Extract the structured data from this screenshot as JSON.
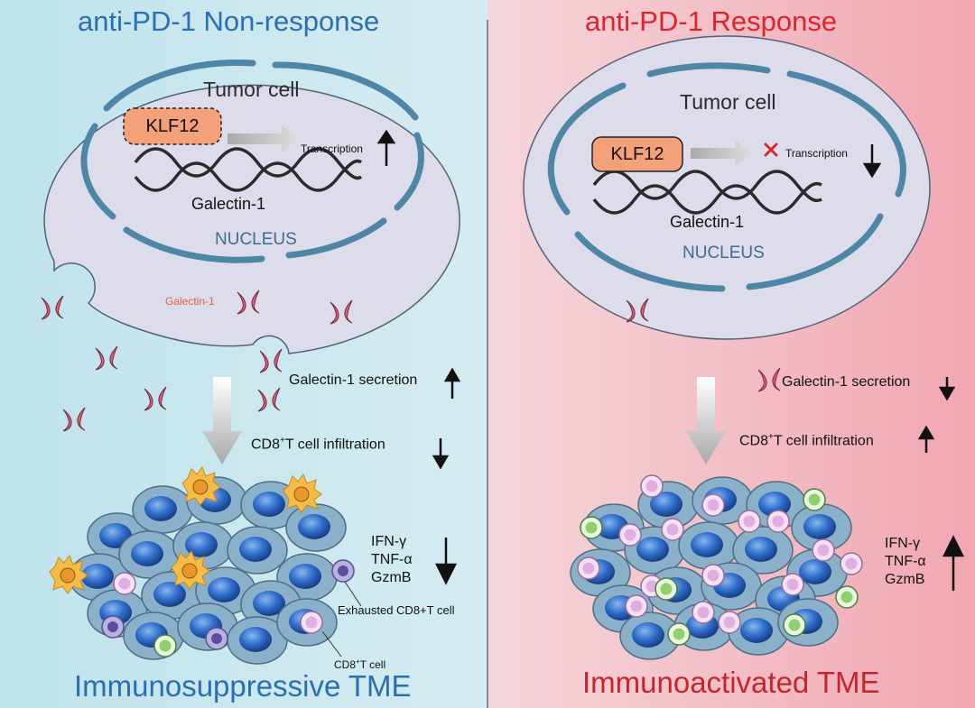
{
  "left_panel": {
    "title": "anti-PD-1 Non-response",
    "tumor_cell_label": "Tumor cell",
    "klf12_label": "KLF12",
    "transcription_label": "Transcription",
    "galectin_gene_label": "Galectin-1",
    "nucleus_label": "NUCLEUS",
    "galectin_secreted_label": "Galectin-1",
    "secretion_label": "Galectin-1 secretion",
    "infiltration_label_pre": "CD8",
    "infiltration_label_sup": "+",
    "infiltration_label_post": "T cell infiltration",
    "cytokines": [
      "IFN-γ",
      "TNF-α",
      "GzmB"
    ],
    "exhausted_label": "Exhausted CD8+T cell",
    "cd8_label_pre": "CD8",
    "cd8_label_sup": "+",
    "cd8_label_post": "T cell",
    "bottom_label": "Immunosuppressive TME"
  },
  "right_panel": {
    "title": "anti-PD-1 Response",
    "tumor_cell_label": "Tumor cell",
    "klf12_label": "KLF12",
    "transcription_label": "Transcription",
    "galectin_gene_label": "Galectin-1",
    "nucleus_label": "NUCLEUS",
    "secretion_label": "Galectin-1 secretion",
    "infiltration_label_pre": "CD8",
    "infiltration_label_sup": "+",
    "infiltration_label_post": "T cell infiltration",
    "cytokines": [
      "IFN-γ",
      "TNF-α",
      "GzmB"
    ],
    "bottom_label": "Immunoactivated TME"
  },
  "colors": {
    "left_bg": "#bfe3ec",
    "right_bg": "#f2a7b2",
    "membrane": "#4d86a6",
    "cell_fill": "#dcdcea",
    "klf12": "#f4a079",
    "galectin": "#d8617f",
    "tumor_cell": "#2a6bc7",
    "exhausted_cell": "#7466b6",
    "cd8_cell": "#e3b5e3",
    "active_cell": "#8fcf6e",
    "dc_cell": "#f3b33d",
    "gray_arrow": "#b5b5b5"
  }
}
